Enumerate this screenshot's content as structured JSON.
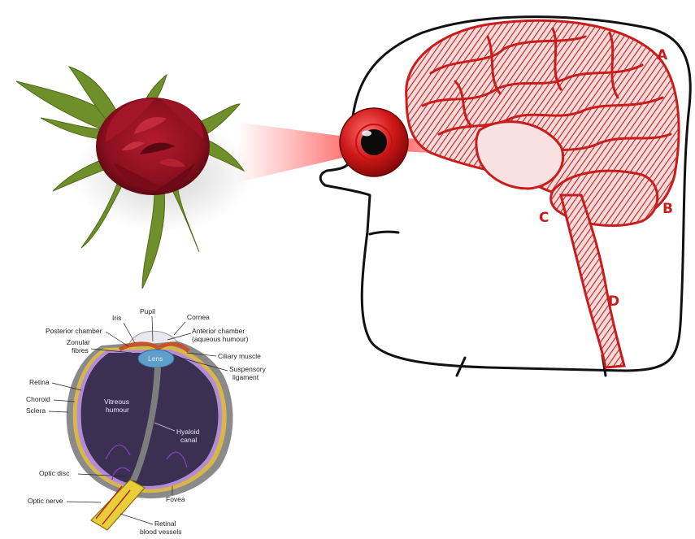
{
  "colors": {
    "brain_red": "#c81d1d",
    "eyeball_red": "#d01818",
    "flower_crimson": "#8a0f1e",
    "leaf_green": "#6f8f2a",
    "vitreous_purple": "#3b2f52",
    "lens_blue": "#5d9fc9",
    "optic_nerve_yellow": "#e8cf3a"
  },
  "brain_labels": {
    "a": "A",
    "b": "B",
    "c": "C",
    "d": "D"
  },
  "eye_anatomy": {
    "pupil": "Pupil",
    "iris": "Iris",
    "cornea": "Cornea",
    "posterior_chamber": "Posterior chamber",
    "anterior_chamber": "Anterior chamber",
    "anterior_chamber_sub": "(aqueous humour)",
    "zonular_1": "Zonular",
    "zonular_2": "fibres",
    "lens": "Lens",
    "ciliary_muscle": "Ciliary muscle",
    "suspensory_1": "Suspensory",
    "suspensory_2": "ligament",
    "retina": "Retina",
    "choroid": "Choroid",
    "sclera": "Sclera",
    "vitreous_1": "Vitreous",
    "vitreous_2": "humour",
    "hyaloid_1": "Hyaloid",
    "hyaloid_2": "canal",
    "optic_disc": "Optic disc",
    "optic_nerve": "Optic nerve",
    "fovea": "Fovea",
    "retinal_1": "Retinal",
    "retinal_2": "blood vessels"
  }
}
